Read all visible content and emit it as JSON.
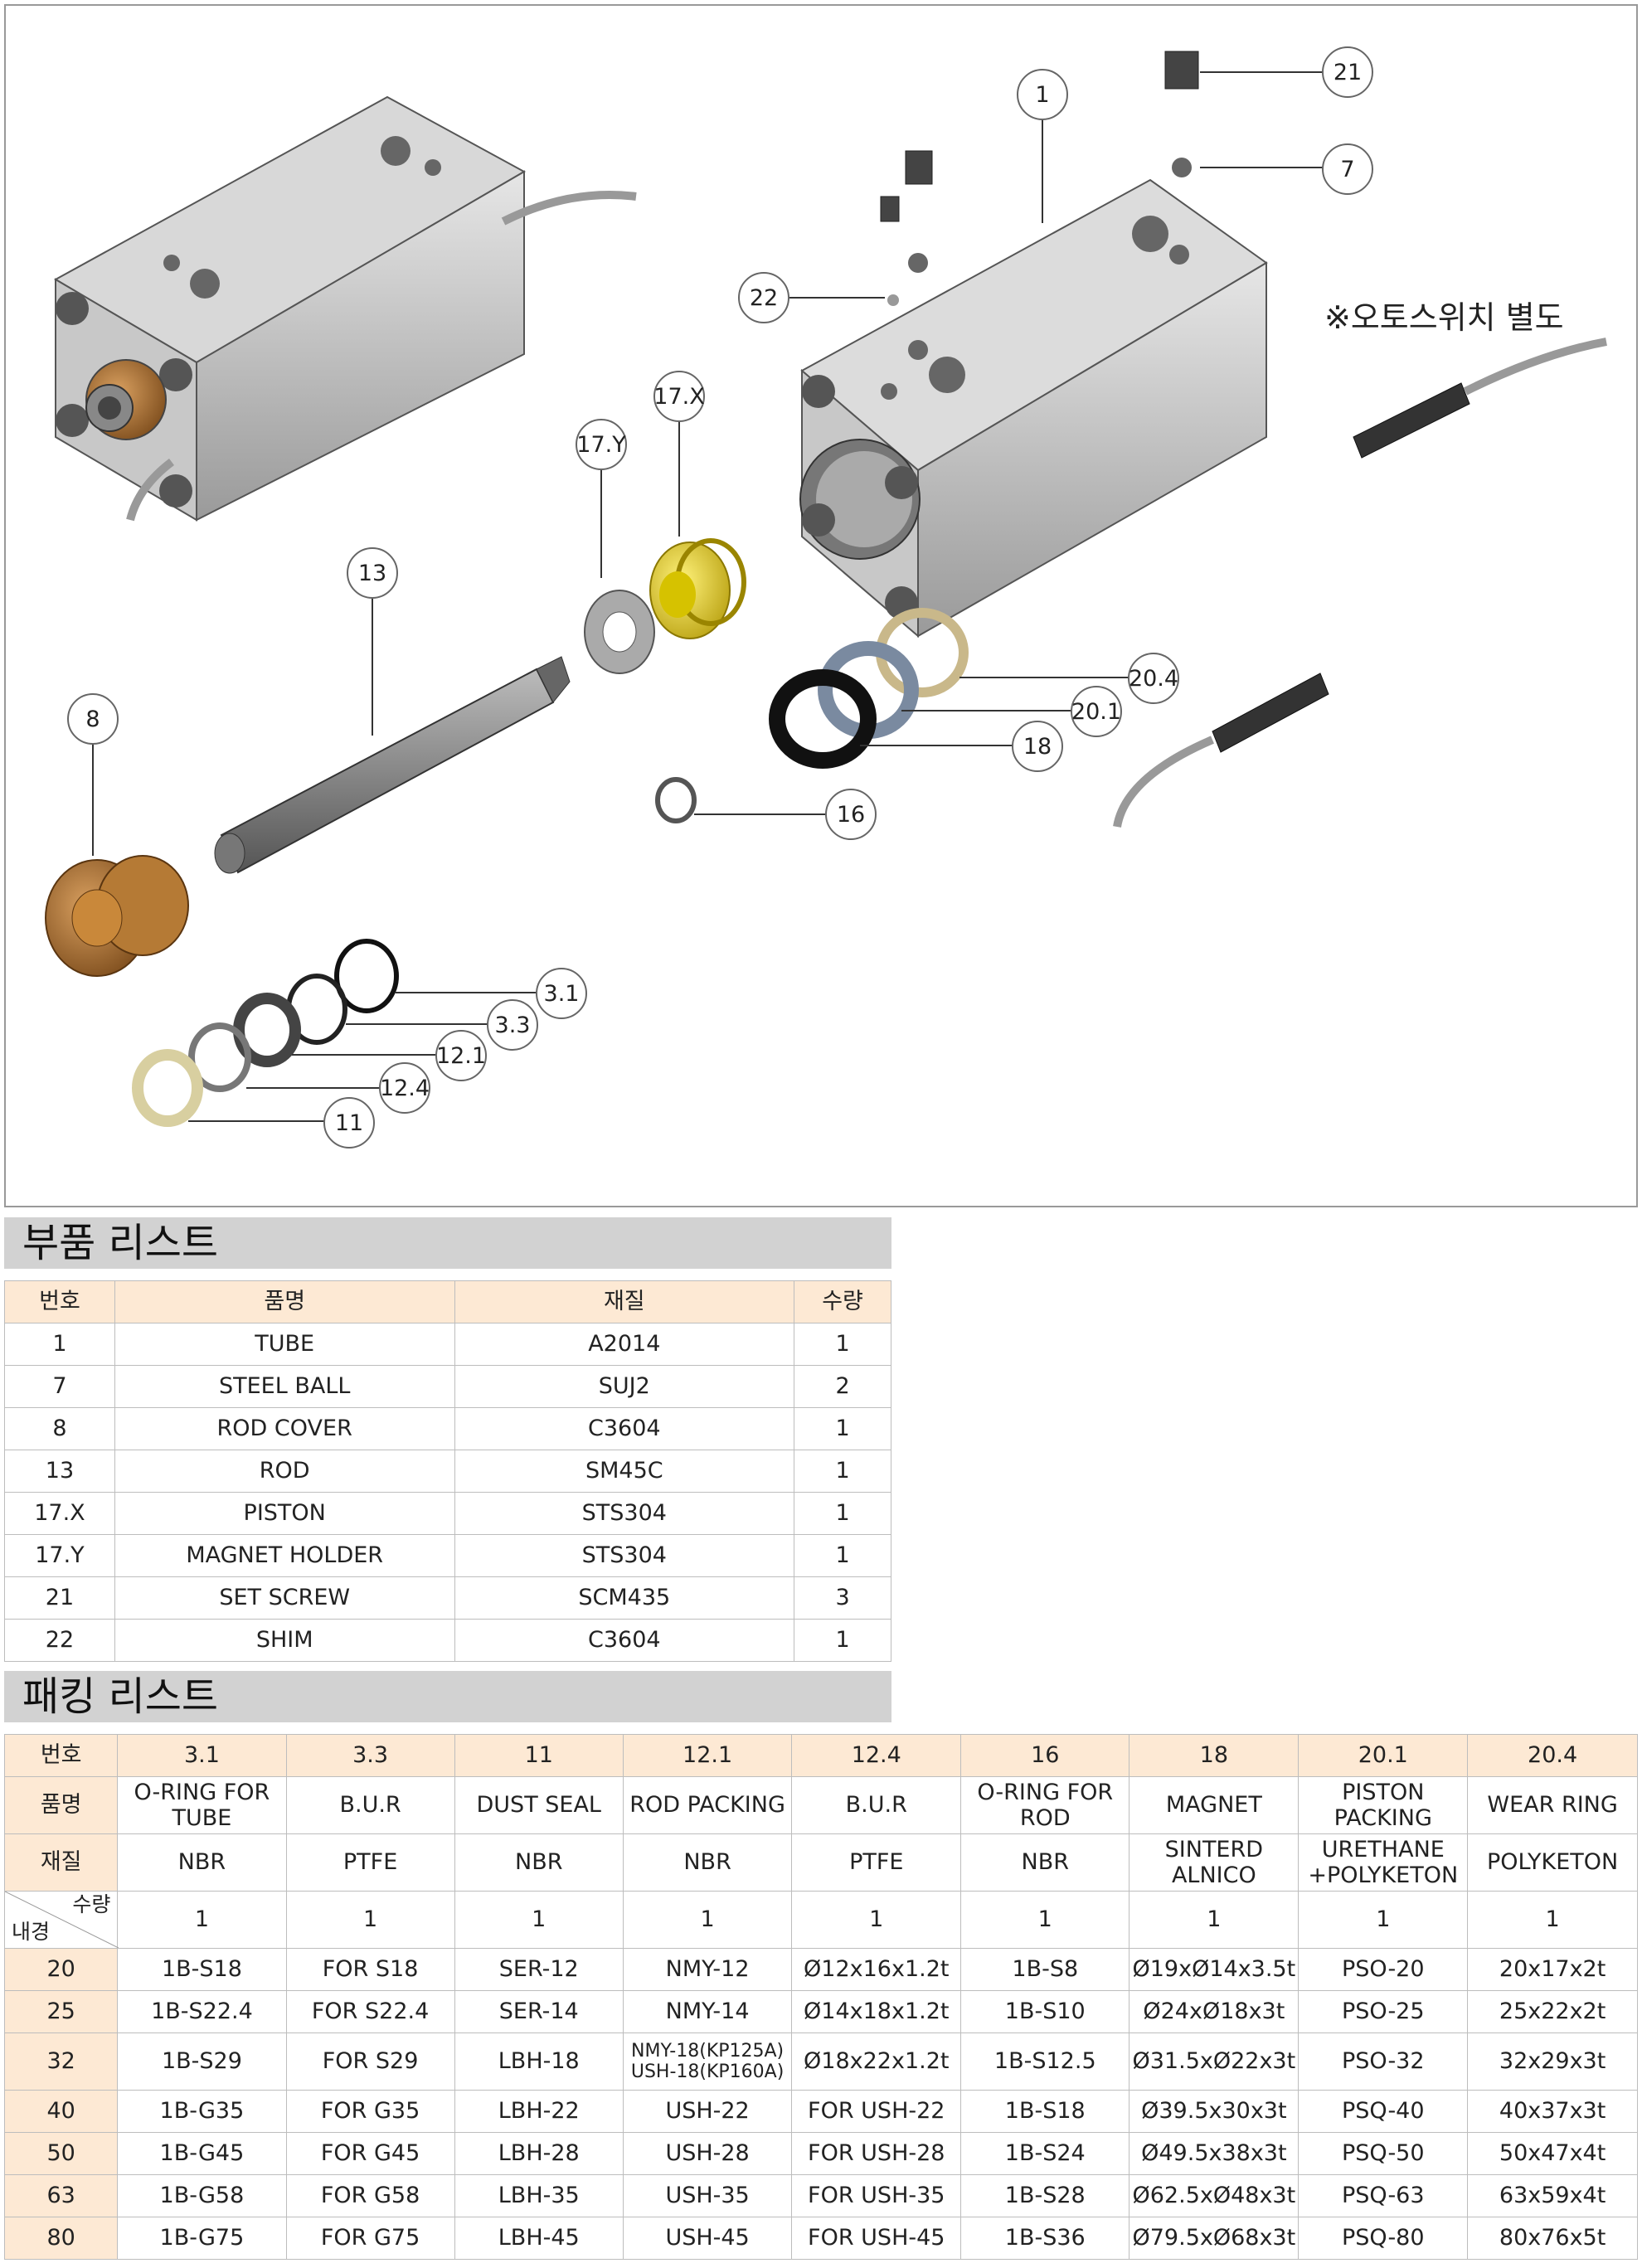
{
  "diagram": {
    "callouts": [
      {
        "id": "1",
        "label": "1"
      },
      {
        "id": "21",
        "label": "21"
      },
      {
        "id": "7",
        "label": "7"
      },
      {
        "id": "22",
        "label": "22"
      },
      {
        "id": "17x",
        "label": "17.X"
      },
      {
        "id": "17y",
        "label": "17.Y"
      },
      {
        "id": "13",
        "label": "13"
      },
      {
        "id": "8",
        "label": "8"
      },
      {
        "id": "20.4",
        "label": "20.4"
      },
      {
        "id": "20.1",
        "label": "20.1"
      },
      {
        "id": "18",
        "label": "18"
      },
      {
        "id": "16",
        "label": "16"
      },
      {
        "id": "3.1",
        "label": "3.1"
      },
      {
        "id": "3.3",
        "label": "3.3"
      },
      {
        "id": "12.1",
        "label": "12.1"
      },
      {
        "id": "12.4",
        "label": "12.4"
      },
      {
        "id": "11",
        "label": "11"
      }
    ],
    "note": "※오토스위치 별도"
  },
  "parts_list": {
    "title": "부품 리스트",
    "headers": [
      "번호",
      "품명",
      "재질",
      "수량"
    ],
    "rows": [
      [
        "1",
        "TUBE",
        "A2014",
        "1"
      ],
      [
        "7",
        "STEEL BALL",
        "SUJ2",
        "2"
      ],
      [
        "8",
        "ROD COVER",
        "C3604",
        "1"
      ],
      [
        "13",
        "ROD",
        "SM45C",
        "1"
      ],
      [
        "17.X",
        "PISTON",
        "STS304",
        "1"
      ],
      [
        "17.Y",
        "MAGNET HOLDER",
        "STS304",
        "1"
      ],
      [
        "21",
        "SET SCREW",
        "SCM435",
        "3"
      ],
      [
        "22",
        "SHIM",
        "C3604",
        "1"
      ]
    ]
  },
  "packing_list": {
    "title": "패킹 리스트",
    "row_labels": {
      "number": "번호",
      "name": "품명",
      "material": "재질",
      "qty": "수량",
      "bore": "내경"
    },
    "numbers": [
      "3.1",
      "3.3",
      "11",
      "12.1",
      "12.4",
      "16",
      "18",
      "20.1",
      "20.4"
    ],
    "names": [
      "O-RING FOR\nTUBE",
      "B.U.R",
      "DUST SEAL",
      "ROD PACKING",
      "B.U.R",
      "O-RING FOR\nROD",
      "MAGNET",
      "PISTON\nPACKING",
      "WEAR RING"
    ],
    "materials": [
      "NBR",
      "PTFE",
      "NBR",
      "NBR",
      "PTFE",
      "NBR",
      "SINTERD\nALNICO",
      "URETHANE\n+POLYKETON",
      "POLYKETON"
    ],
    "quantities": [
      "1",
      "1",
      "1",
      "1",
      "1",
      "1",
      "1",
      "1",
      "1"
    ],
    "rows": [
      {
        "bore": "20",
        "cells": [
          "1B-S18",
          "FOR S18",
          "SER-12",
          "NMY-12",
          "Ø12x16x1.2t",
          "1B-S8",
          "Ø19xØ14x3.5t",
          "PSO-20",
          "20x17x2t"
        ]
      },
      {
        "bore": "25",
        "cells": [
          "1B-S22.4",
          "FOR S22.4",
          "SER-14",
          "NMY-14",
          "Ø14x18x1.2t",
          "1B-S10",
          "Ø24xØ18x3t",
          "PSO-25",
          "25x22x2t"
        ]
      },
      {
        "bore": "32",
        "cells": [
          "1B-S29",
          "FOR S29",
          "LBH-18",
          "NMY-18(KP125A)\nUSH-18(KP160A)",
          "Ø18x22x1.2t",
          "1B-S12.5",
          "Ø31.5xØ22x3t",
          "PSO-32",
          "32x29x3t"
        ]
      },
      {
        "bore": "40",
        "cells": [
          "1B-G35",
          "FOR G35",
          "LBH-22",
          "USH-22",
          "FOR USH-22",
          "1B-S18",
          "Ø39.5x30x3t",
          "PSQ-40",
          "40x37x3t"
        ]
      },
      {
        "bore": "50",
        "cells": [
          "1B-G45",
          "FOR G45",
          "LBH-28",
          "USH-28",
          "FOR USH-28",
          "1B-S24",
          "Ø49.5x38x3t",
          "PSQ-50",
          "50x47x4t"
        ]
      },
      {
        "bore": "63",
        "cells": [
          "1B-G58",
          "FOR G58",
          "LBH-35",
          "USH-35",
          "FOR USH-35",
          "1B-S28",
          "Ø62.5xØ48x3t",
          "PSQ-63",
          "63x59x4t"
        ]
      },
      {
        "bore": "80",
        "cells": [
          "1B-G75",
          "FOR G75",
          "LBH-45",
          "USH-45",
          "FOR USH-45",
          "1B-S36",
          "Ø79.5xØ68x3t",
          "PSQ-80",
          "80x76x5t"
        ]
      }
    ]
  }
}
